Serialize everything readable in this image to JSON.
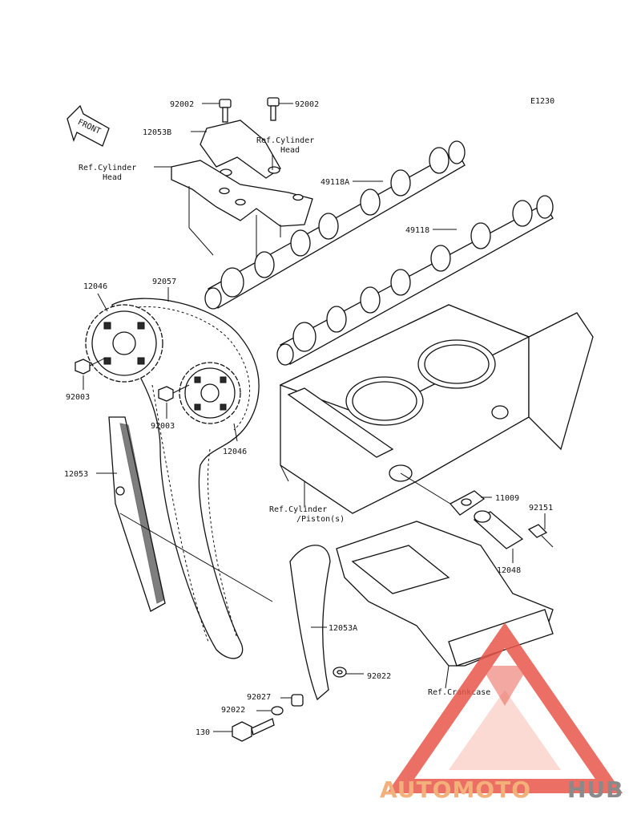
{
  "diagram": {
    "code": "E1230",
    "front_label": "FRONT",
    "labels": {
      "bolt_92002_left": "92002",
      "bolt_92002_right": "92002",
      "cap_12053B": "12053B",
      "ref_head_right_1": "Ref.Cylinder",
      "ref_head_right_2": "Head",
      "ref_head_left_1": "Ref.Cylinder",
      "ref_head_left_2": "Head",
      "cam_49118A": "49118A",
      "cam_49118": "49118",
      "chain_92057": "92057",
      "sprocket_12046_top": "12046",
      "sprocket_12046_bottom": "12046",
      "bolt_92003_left": "92003",
      "bolt_92003_right": "92003",
      "guide_12053": "12053",
      "gasket_11009": "11009",
      "bolt_92151": "92151",
      "ref_cyl_piston_1": "Ref.Cylinder",
      "ref_cyl_piston_2": "/Piston(s)",
      "tensioner_12048": "12048",
      "guide_12053A": "12053A",
      "washer_92022_right": "92022",
      "ref_crankcase": "Ref.Crankcase",
      "collar_92027": "92027",
      "washer_92022_left": "92022",
      "bolt_130": "130"
    }
  },
  "watermark": {
    "brand_part1": "AUTOMOTO",
    "brand_part2": "HUB",
    "color_primary": "#e8574a",
    "color_secondary": "#f4b07a"
  }
}
